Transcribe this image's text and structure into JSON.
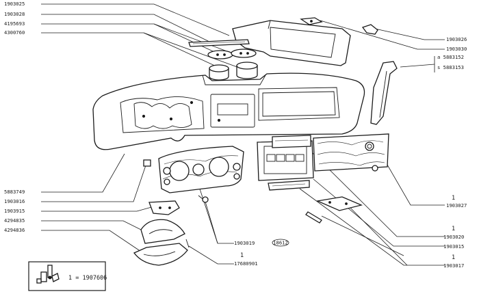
{
  "diagram": {
    "figure_number": "18612",
    "left_labels": [
      {
        "id": "l1",
        "text": "1903025"
      },
      {
        "id": "l2",
        "text": "1903028"
      },
      {
        "id": "l3",
        "text": "4195693"
      },
      {
        "id": "l4",
        "text": "4300760"
      },
      {
        "id": "l5",
        "text": "5883749"
      },
      {
        "id": "l6",
        "text": "1903016"
      },
      {
        "id": "l7",
        "text": "1903915"
      },
      {
        "id": "l8",
        "text": "4294835"
      },
      {
        "id": "l9",
        "text": "4294836"
      }
    ],
    "right_labels": [
      {
        "id": "r1",
        "text": "1903026"
      },
      {
        "id": "r2",
        "text": "1903030"
      },
      {
        "id": "r3",
        "text": "1903027"
      },
      {
        "id": "r4",
        "text": "1903020"
      },
      {
        "id": "r5",
        "text": "1903015"
      },
      {
        "id": "r6",
        "text": "1903017"
      }
    ],
    "bracket_labels": {
      "upper": "a 5883152",
      "lower": "s 5883153"
    },
    "quantity_labels": {
      "q_1903027": "1",
      "q_1903020": "1",
      "q_1903017": "1",
      "q_1903019": "1"
    },
    "bottom_labels": [
      {
        "id": "b1",
        "text": "1903019"
      },
      {
        "id": "b2",
        "text": "17680901"
      }
    ],
    "kit": {
      "label": "1 = 1907606"
    }
  }
}
